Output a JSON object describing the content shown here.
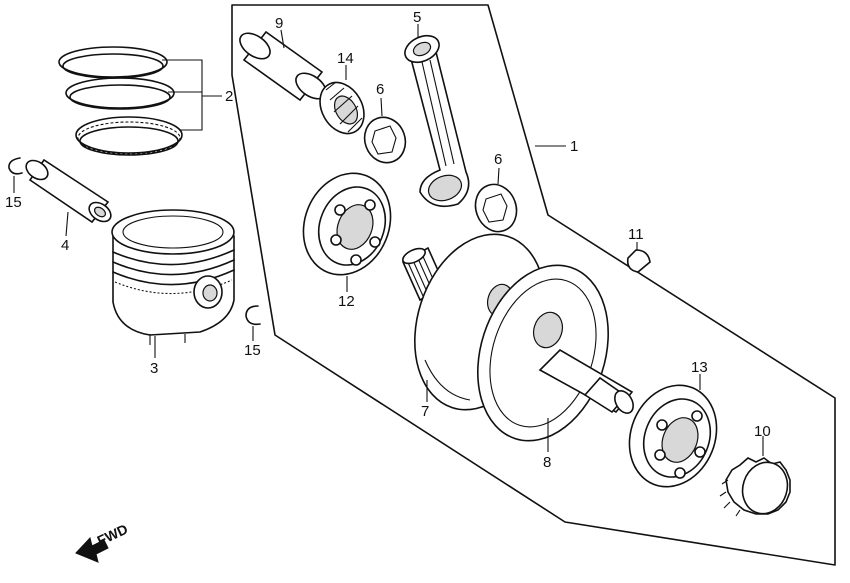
{
  "callouts": [
    {
      "id": "c1",
      "text": "1"
    },
    {
      "id": "c2",
      "text": "2"
    },
    {
      "id": "c3",
      "text": "3"
    },
    {
      "id": "c4",
      "text": "4"
    },
    {
      "id": "c5",
      "text": "5"
    },
    {
      "id": "c6a",
      "text": "6"
    },
    {
      "id": "c6b",
      "text": "6"
    },
    {
      "id": "c7",
      "text": "7"
    },
    {
      "id": "c8",
      "text": "8"
    },
    {
      "id": "c9",
      "text": "9"
    },
    {
      "id": "c10",
      "text": "10"
    },
    {
      "id": "c11",
      "text": "11"
    },
    {
      "id": "c12",
      "text": "12"
    },
    {
      "id": "c13",
      "text": "13"
    },
    {
      "id": "c14",
      "text": "14"
    },
    {
      "id": "c15a",
      "text": "15"
    },
    {
      "id": "c15b",
      "text": "15"
    }
  ],
  "direction_indicator": {
    "label": "FWD",
    "icon": "forward-arrow-icon"
  }
}
